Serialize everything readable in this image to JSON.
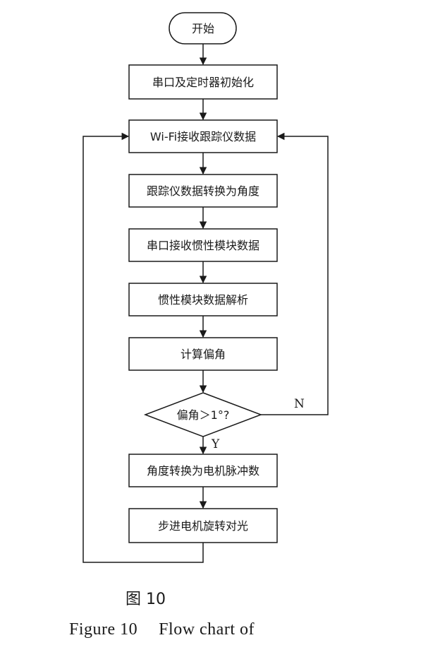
{
  "flowchart": {
    "start": "开始",
    "steps": [
      "串口及定时器初始化",
      "Wi-Fi接收跟踪仪数据",
      "跟踪仪数据转换为角度",
      "串口接收惯性模块数据",
      "惯性模块数据解析",
      "计算偏角"
    ],
    "decision": "偏角＞1°?",
    "decision_yes": "Y",
    "decision_no": "N",
    "after_steps": [
      "角度转换为电机脉冲数",
      "步进电机旋转对光"
    ]
  },
  "caption": {
    "cn": "图 10",
    "en_label": "Figure 10",
    "en_text": "Flow chart of"
  }
}
